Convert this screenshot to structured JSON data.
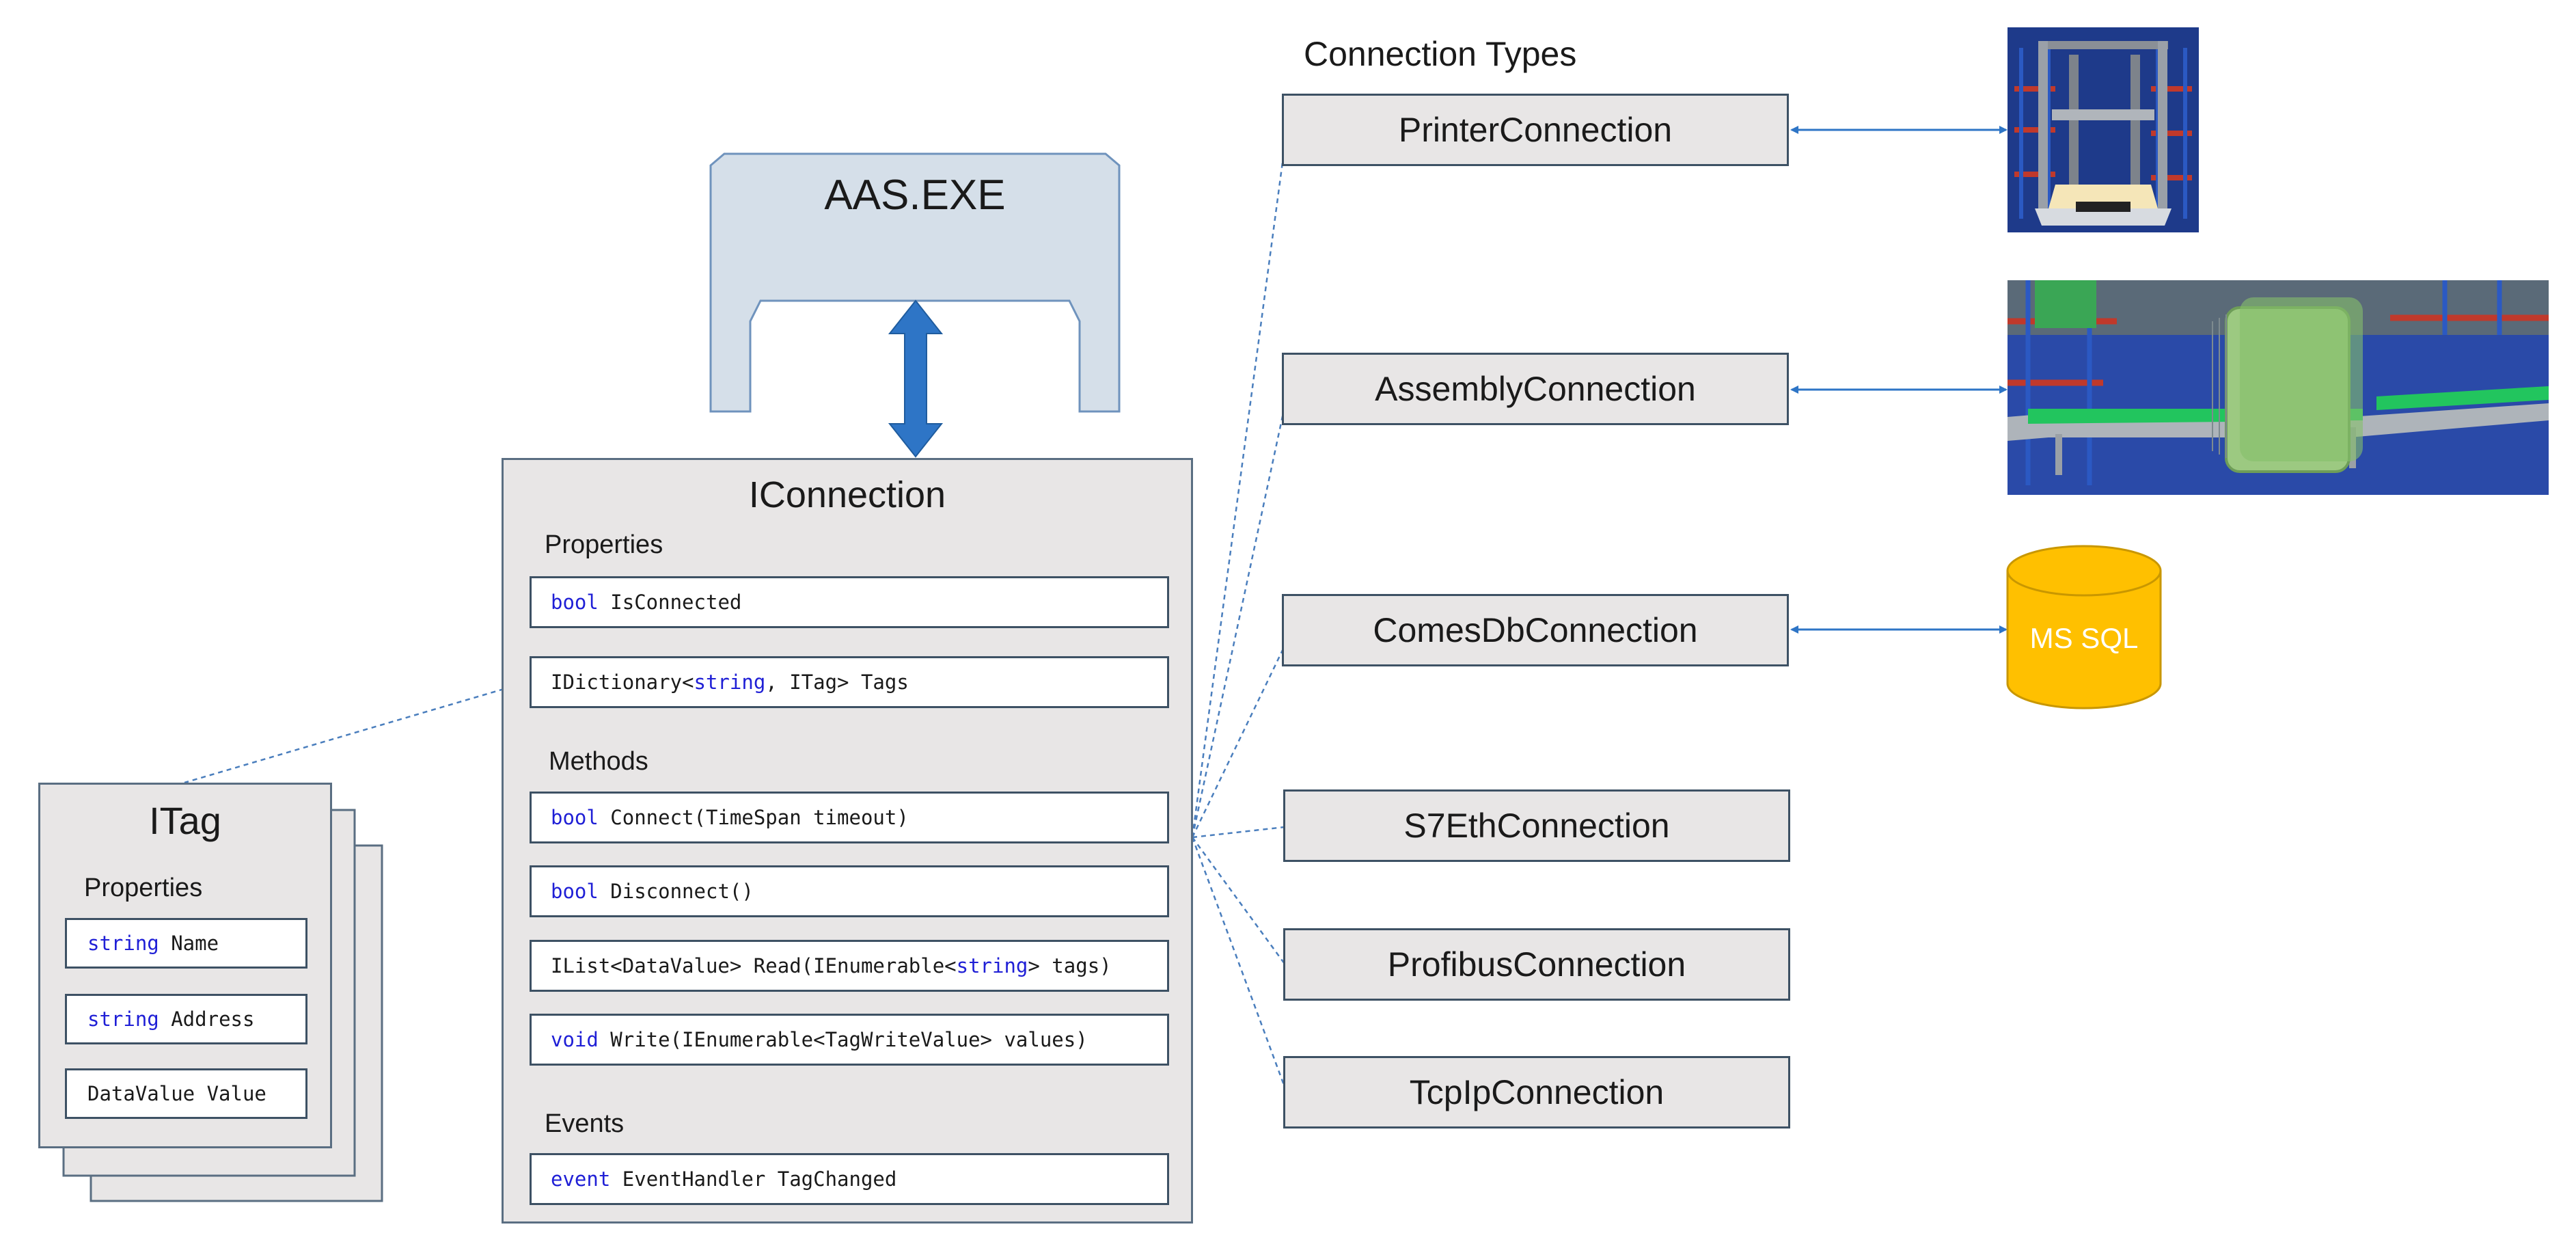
{
  "header": {
    "connection_types_label": "Connection Types"
  },
  "app": {
    "title": "AAS.EXE"
  },
  "iconnection": {
    "title": "IConnection",
    "properties_label": "Properties",
    "properties": [
      {
        "keyword": "bool",
        "text": " IsConnected"
      },
      {
        "keyword": "",
        "text": "IDictionary<",
        "kw2": "string",
        "text2": ", ITag> Tags"
      }
    ],
    "methods_label": "Methods",
    "methods": [
      {
        "keyword": "bool",
        "text": " Connect(TimeSpan timeout)"
      },
      {
        "keyword": "bool",
        "text": " Disconnect()"
      },
      {
        "keyword": "",
        "text": "IList<DataValue> Read(IEnumerable<",
        "kw2": "string",
        "text2": "> tags)"
      },
      {
        "keyword": "void",
        "text": " Write(IEnumerable<TagWriteValue> values)"
      }
    ],
    "events_label": "Events",
    "events": [
      {
        "keyword": "event",
        "text": " EventHandler TagChanged"
      }
    ]
  },
  "itag": {
    "title": "ITag",
    "properties_label": "Properties",
    "properties": [
      {
        "keyword": "string",
        "text": " Name"
      },
      {
        "keyword": "string",
        "text": " Address"
      },
      {
        "keyword": "",
        "text": "DataValue Value"
      }
    ]
  },
  "connections": [
    "PrinterConnection",
    "AssemblyConnection",
    "ComesDbConnection",
    "S7EthConnection",
    "ProfibusConnection",
    "TcpIpConnection"
  ],
  "targets": {
    "printer_icon": "3d-printer-image",
    "assembly_icon": "conveyor-assembly-image",
    "database_label": "MS SQL"
  },
  "colors": {
    "accent_blue": "#2e75c6",
    "database_fill": "#ffc000",
    "database_stroke": "#c99700",
    "keyword_blue": "#1f1fd6"
  }
}
